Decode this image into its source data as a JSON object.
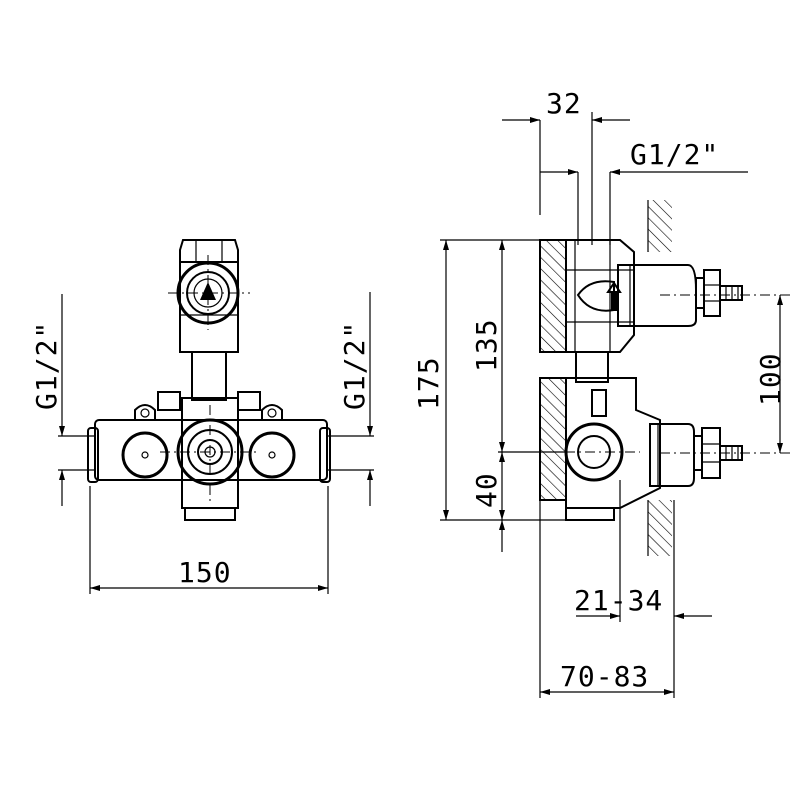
{
  "colors": {
    "line": "#000000",
    "background": "#ffffff"
  },
  "front_view": {
    "dim_width": "150",
    "dim_left_thread": "G1/2\"",
    "dim_right_thread": "G1/2\""
  },
  "side_view": {
    "dim_top_width": "32",
    "dim_top_thread": "G1/2\"",
    "dim_total_height": "175",
    "dim_upper_height": "135",
    "dim_lower_height": "40",
    "dim_spindle_spacing": "100",
    "dim_wall_min_max": "21-34",
    "dim_depth_min_max": "70-83"
  }
}
